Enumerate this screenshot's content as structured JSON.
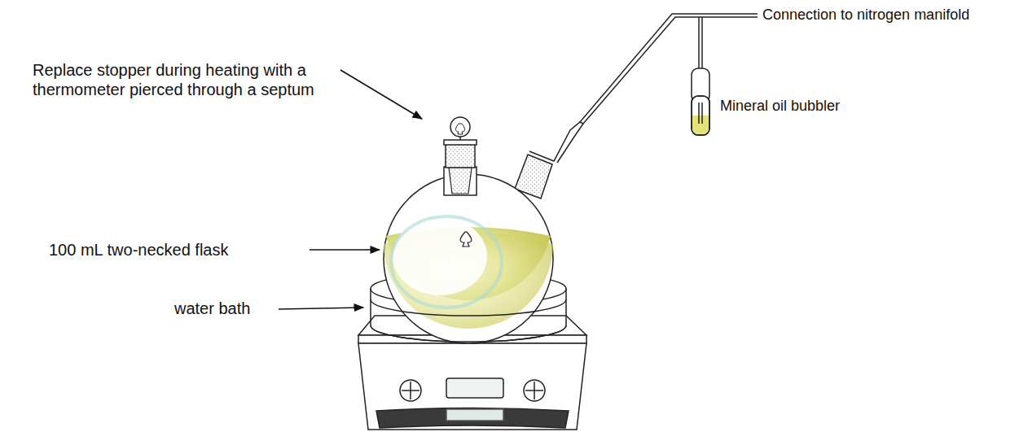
{
  "diagram": {
    "labels": [
      "Replace stopper during heating with a thermometer pierced through a septum",
      "Connection to nitrogen manifold",
      "Mineral oil bubbler",
      "100 mL two-necked flask",
      "water bath"
    ]
  }
}
